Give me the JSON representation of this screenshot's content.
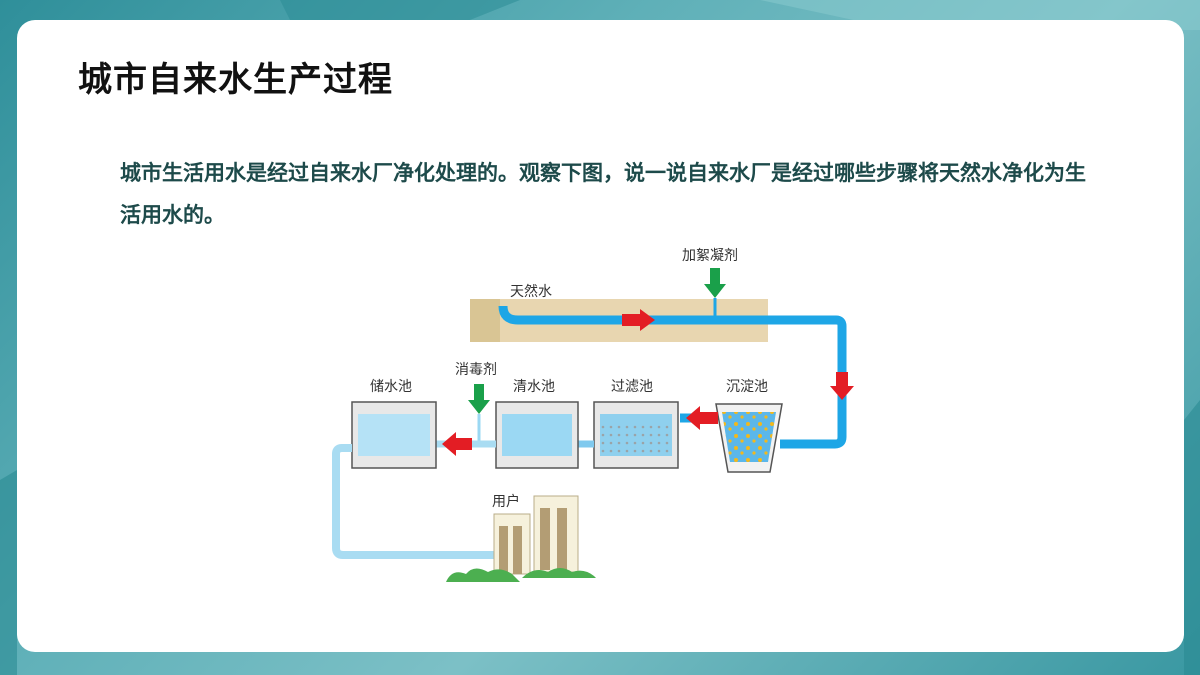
{
  "slide": {
    "title": "城市自来水生产过程",
    "intro": "城市生活用水是经过自来水厂净化处理的。观察下图，说一说自来水厂是经过哪些步骤将天然水净化为生活用水的。"
  },
  "diagram": {
    "labels": {
      "natural_water": "天然水",
      "coagulant": "加絮凝剂",
      "settling_tank": "沉淀池",
      "filter_tank": "过滤池",
      "clear_water_tank": "清水池",
      "disinfectant": "消毒剂",
      "storage_tank": "储水池",
      "users": "用户"
    },
    "colors": {
      "pipe": "#1ea6e6",
      "pipe_light": "#a9dcf2",
      "flow_arrow": "#e31d24",
      "dose_arrow": "#1aa04a",
      "earth": "#e8d6b0"
    }
  }
}
